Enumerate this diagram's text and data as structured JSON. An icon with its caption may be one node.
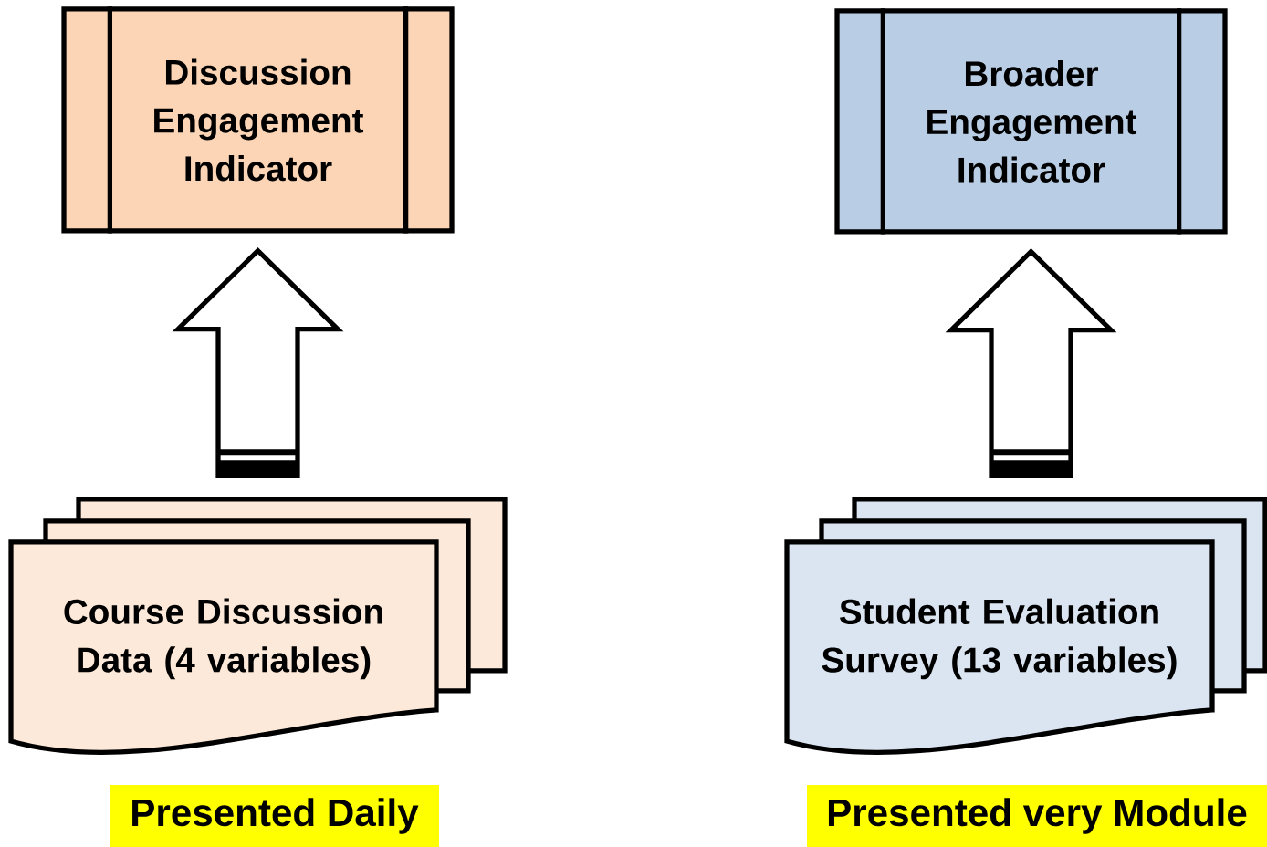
{
  "diagram": {
    "nodes": [
      {
        "text": [
          "Discussion Engagement Indicator"
        ]
      },
      {
        "text": [
          "Broader Engagement Indicator"
        ]
      },
      {
        "text": [
          "Course Discussion Data (4 variables)"
        ]
      },
      {
        "text": [
          "Student Evaluation Survey (13 variables)"
        ]
      },
      {
        "text": [
          "Presented Daily"
        ]
      },
      {
        "text": [
          "Presented very Module"
        ]
      }
    ],
    "edges": [
      {
        "from": 2,
        "to": 0,
        "arrow": "to"
      },
      {
        "from": 3,
        "to": 1,
        "arrow": "to"
      }
    ]
  }
}
